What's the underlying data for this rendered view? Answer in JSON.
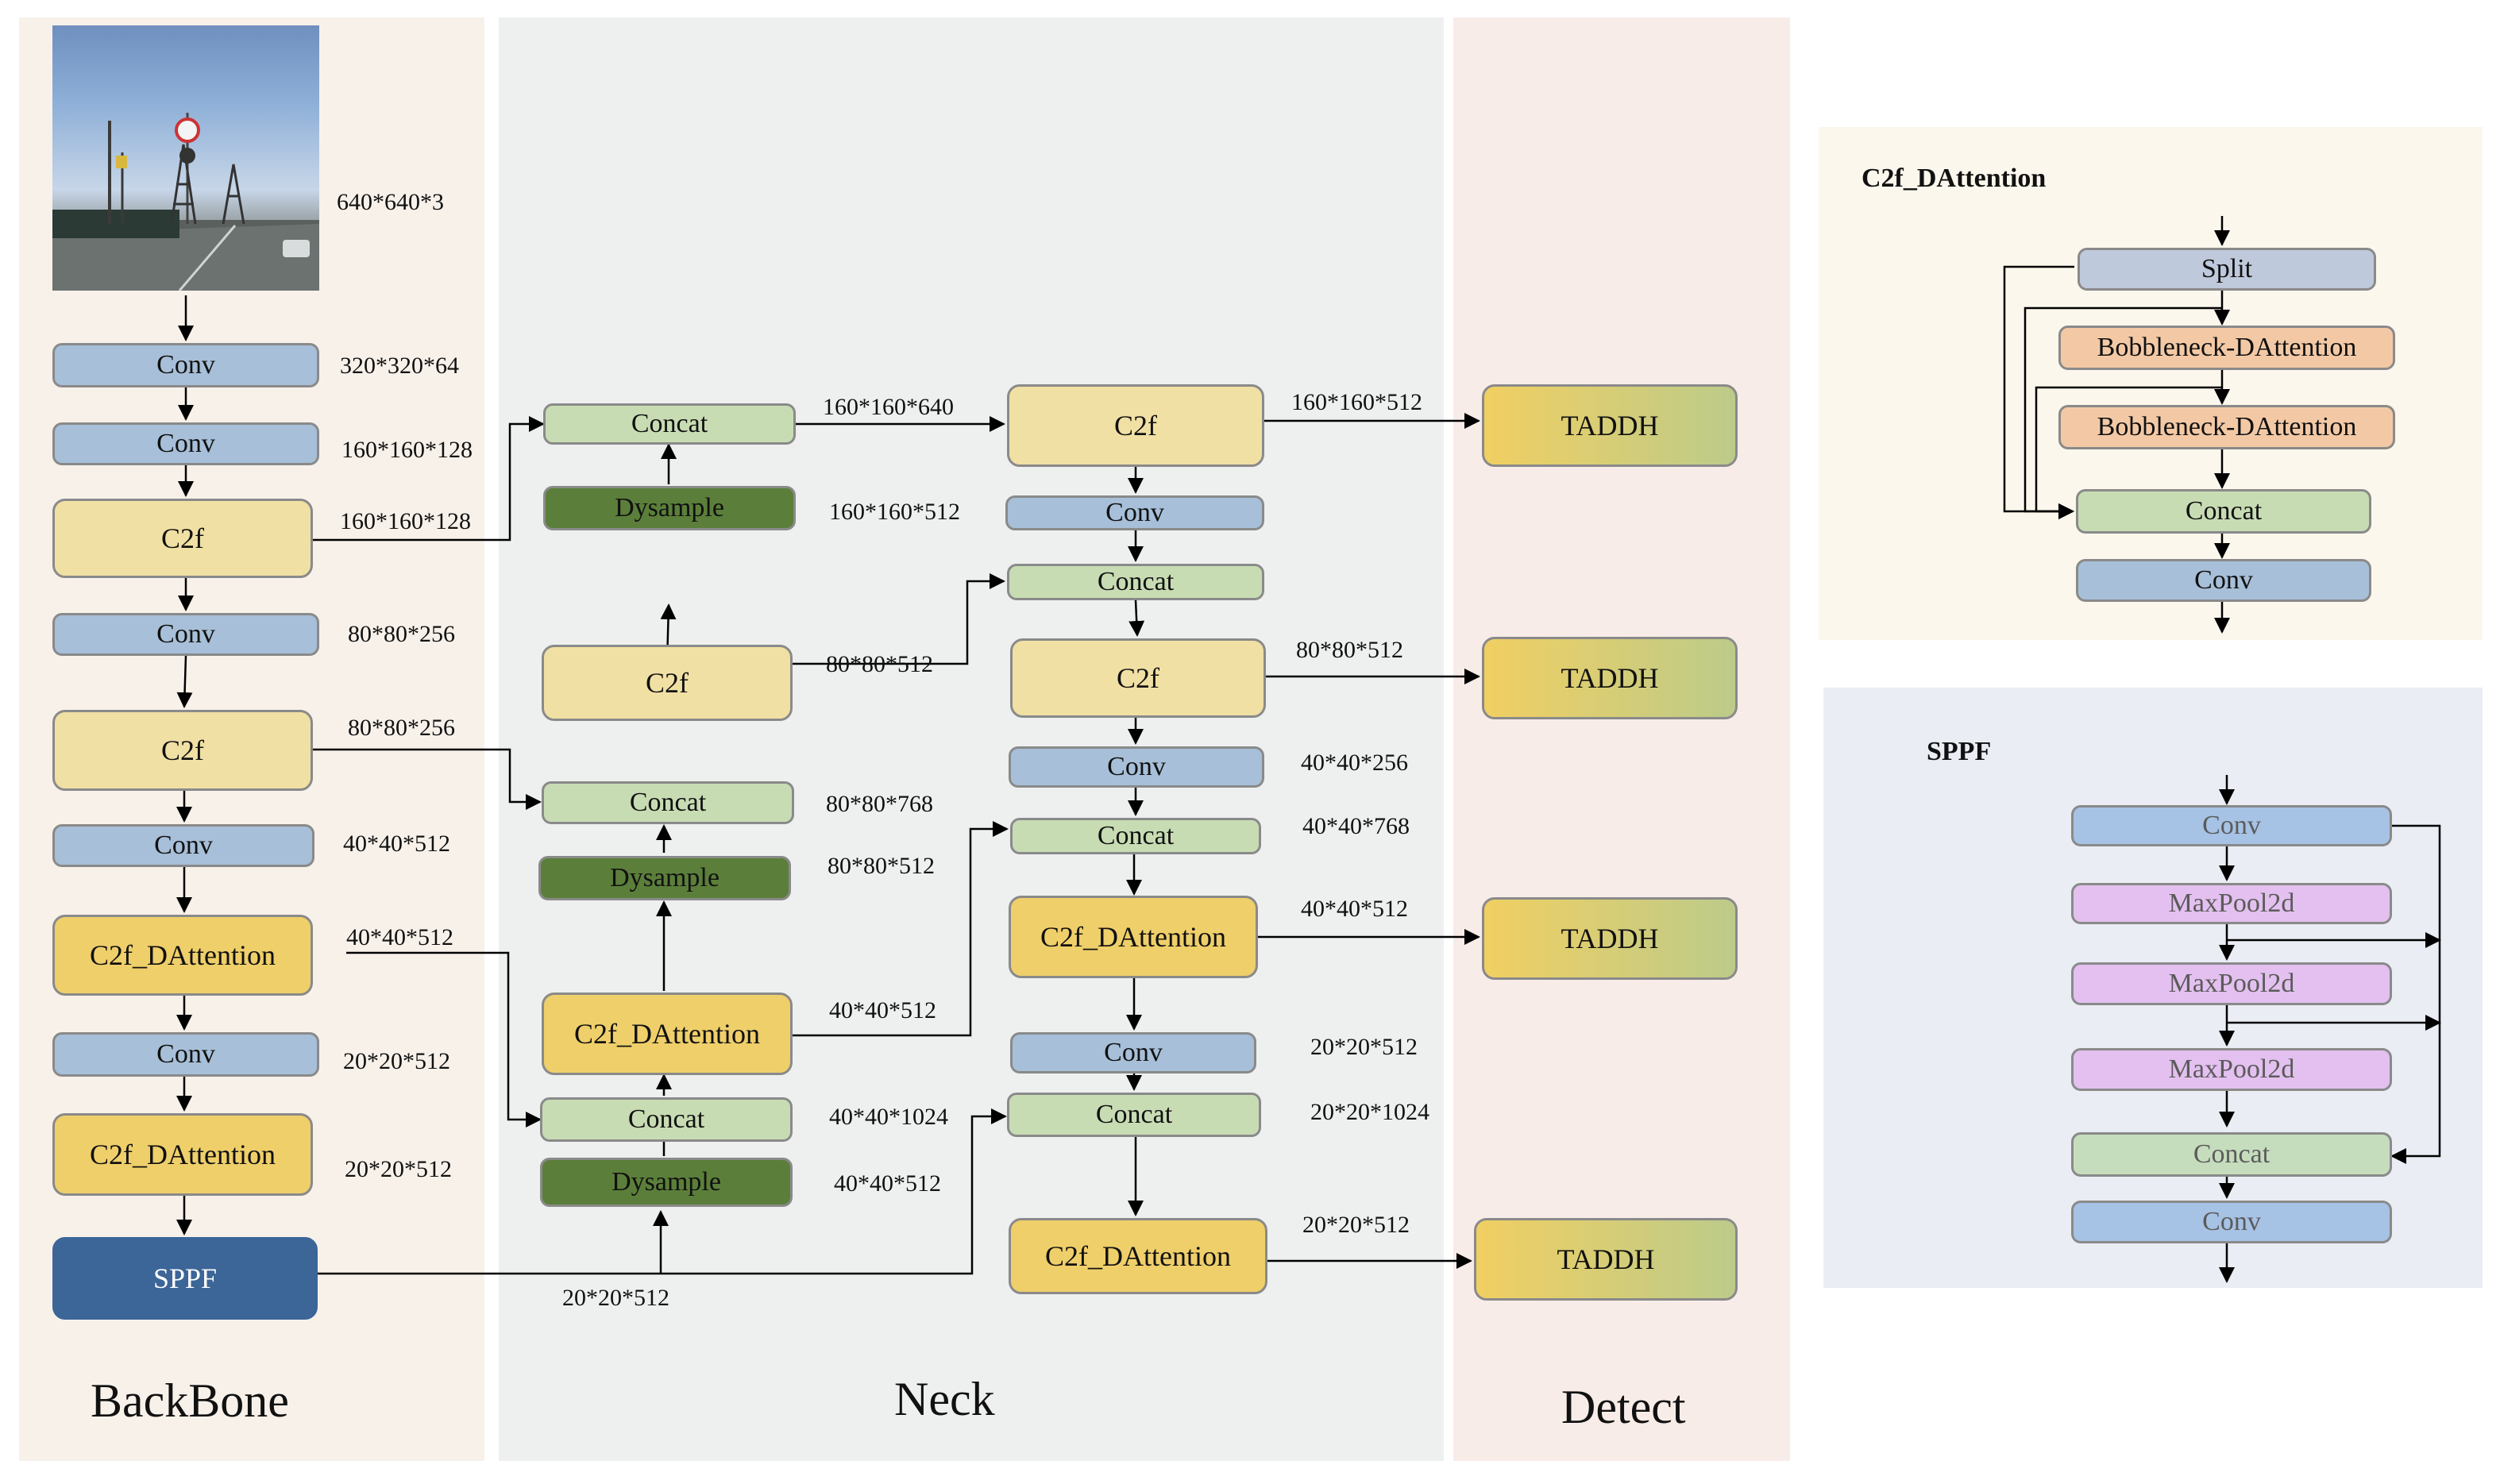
{
  "sections": {
    "backbone": "BackBone",
    "neck": "Neck",
    "detect": "Detect"
  },
  "modules": {
    "conv": "Conv",
    "c2f": "C2f",
    "concat": "Concat",
    "dysample": "Dysample",
    "c2f_dattention": "C2f_DAttention",
    "sppf": "SPPF",
    "taddh": "TADDH",
    "split": "Split",
    "bottleneck": "Bobbleneck-DAttention",
    "maxpool": "MaxPool2d"
  },
  "insets": {
    "c2f_dattention_title": "C2f_DAttention",
    "sppf_title": "SPPF"
  },
  "dims": {
    "bb_input": "640*640*3",
    "bb_conv1": "320*320*64",
    "bb_conv2": "160*160*128",
    "bb_c2f1": "160*160*128",
    "bb_conv3": "80*80*256",
    "bb_c2f2": "80*80*256",
    "bb_conv4": "40*40*512",
    "bb_c2fd1": "40*40*512",
    "bb_conv5": "20*20*512",
    "bb_c2fd2": "20*20*512",
    "sppf_out": "20*20*512",
    "n_dys1": "160*160*512",
    "n_concat1_out": "160*160*640",
    "n_c2f_up2": "80*80*512",
    "n_concat2": "80*80*768",
    "n_dys2": "80*80*512",
    "n_c2fd_up3": "40*40*512",
    "n_concat3": "40*40*1024",
    "n_dys3": "40*40*512",
    "h_c2f1_out": "160*160*512",
    "h_c2f2_out": "80*80*512",
    "h_conv2": "40*40*256",
    "h_concat3": "40*40*768",
    "h_c2fd3_out": "40*40*512",
    "h_conv3": "20*20*512",
    "h_concat4": "20*20*1024",
    "h_c2fd4_out": "20*20*512"
  }
}
